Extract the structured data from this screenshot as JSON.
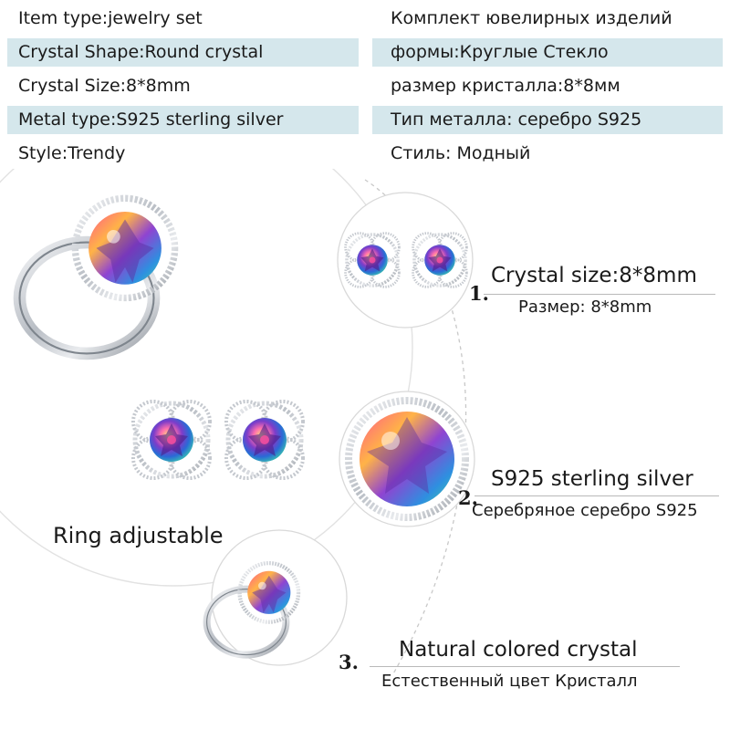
{
  "specs": [
    {
      "en": "Item type:jewelry set",
      "ru": "Комплект ювелирных изделий"
    },
    {
      "en": "Crystal Shape:Round crystal",
      "ru": "формы:Круглые Стекло"
    },
    {
      "en": "Crystal Size:8*8mm",
      "ru": "размер кристалла:8*8мм"
    },
    {
      "en": "Metal type:S925 sterling silver",
      "ru": "Тип металла: серебро S925"
    },
    {
      "en": "Style:Trendy",
      "ru": "Стиль: Модный"
    }
  ],
  "colors": {
    "row_shade": "#d5e7ec",
    "rule": "#b9b9b9",
    "silver": "#c9ccd0"
  },
  "left_caption": "Ring adjustable",
  "features": [
    {
      "num": "1.",
      "title": "Crystal size:8*8mm",
      "subtitle": "Размер: 8*8mm"
    },
    {
      "num": "2.",
      "title": "S925 sterling silver",
      "subtitle": "Серебряное серебро S925"
    },
    {
      "num": "3.",
      "title": "Natural colored crystal",
      "subtitle": "Естественный цвет Кристалл"
    }
  ]
}
